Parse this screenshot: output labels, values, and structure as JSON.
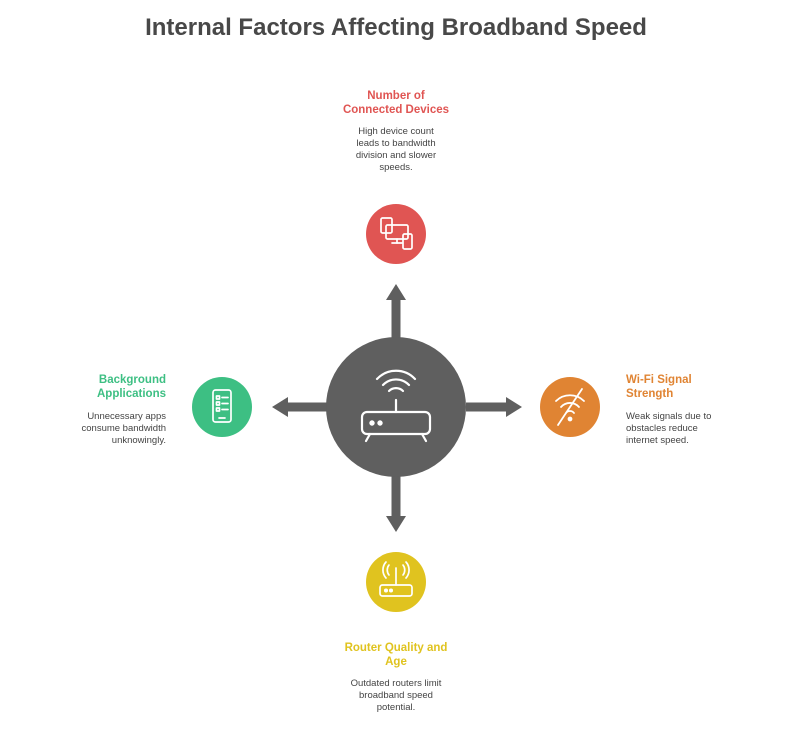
{
  "title": "Internal Factors Affecting Broadband Speed",
  "center": {
    "icon": "wifi-router-icon",
    "color": "#5f5f5f"
  },
  "factors": [
    {
      "id": "devices",
      "heading_lines": [
        "Number of",
        "Connected Devices"
      ],
      "desc_lines": [
        "High device count",
        "leads to bandwidth",
        "division and slower",
        "speeds."
      ],
      "color": "#e05553",
      "icon": "devices-icon"
    },
    {
      "id": "wifi",
      "heading_lines": [
        "Wi-Fi Signal",
        "Strength"
      ],
      "desc_lines": [
        "Weak signals due to",
        "obstacles reduce",
        "internet speed."
      ],
      "color": "#e08433",
      "icon": "wifi-off-icon"
    },
    {
      "id": "router",
      "heading_lines": [
        "Router Quality and",
        "Age"
      ],
      "desc_lines": [
        "Outdated routers limit",
        "broadband speed",
        "potential."
      ],
      "color": "#e0c31f",
      "icon": "router-icon"
    },
    {
      "id": "apps",
      "heading_lines": [
        "Background",
        "Applications"
      ],
      "desc_lines": [
        "Unnecessary apps",
        "consume bandwidth",
        "unknowingly."
      ],
      "color": "#3dbf83",
      "icon": "mobile-apps-icon"
    }
  ]
}
